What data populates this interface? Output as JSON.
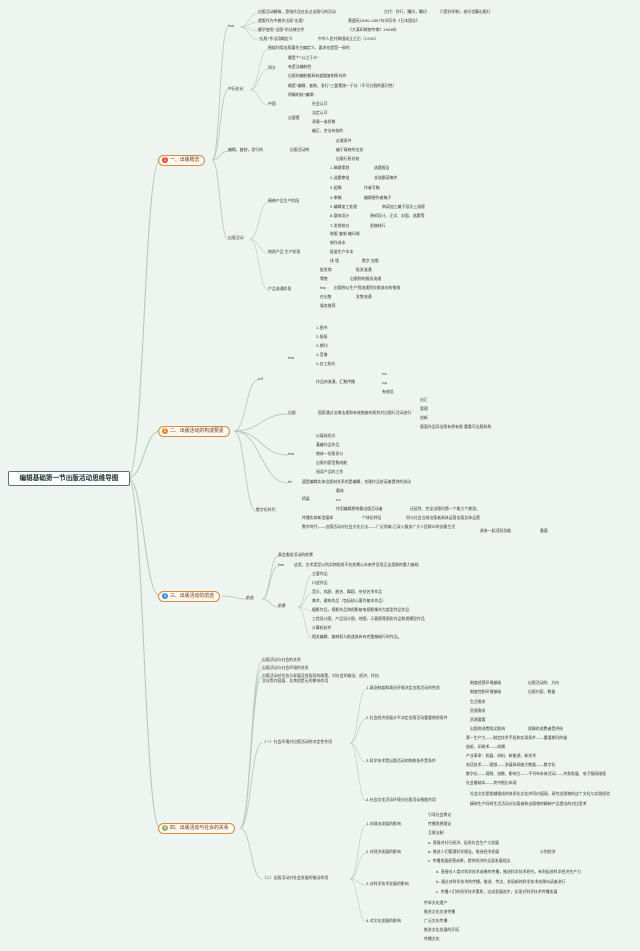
{
  "title": "编辑基础第一节出版活动思维导图",
  "colors": {
    "line": "#b7cbb8",
    "badge1": "#e04a3a",
    "badge2": "#e8882c",
    "badge3": "#3f8fd8",
    "badge4": "#8fb05a"
  },
  "branches": [
    {
      "badge": "1",
      "label": "一、出版概念"
    },
    {
      "badge": "2",
      "label": "二、出版活动的构成要素"
    },
    {
      "badge": "3",
      "label": "三、出版活动的前途"
    },
    {
      "badge": "4",
      "label": "四、出版活动与社会的关系"
    }
  ],
  "nodes": {
    "n1": "fan",
    "n2": "出版活动概略，是指作品在出过出版行的活动",
    "n3": "古代：抄行，雕印，雕印",
    "n4": "只是抄印制，老印也算出版行",
    "n5": "就版作为中着作出现\"出版\"",
    "n6": "黄遵宪1890-1897年间写作《日本国志》",
    "n7": "最早使用\"出版\"的法律文件",
    "n8": "《大清印刷物专律》1906年",
    "n9": "\"出版\"作法用概定义",
    "n10": "中华人民共和国成立之后（1950）",
    "n11": "中历史论",
    "n12": "围绕利用出版著作主编定义、要求也提是一致的",
    "n13": "四方",
    "n14": "最是个\"公之于众\"",
    "n15": "有是法编制性",
    "n16": "出版的编制都具有道路复制所存的",
    "n17": "中国",
    "n18": "概是\"编辑、复制、发行\"三要素统一于社（不可分割的意识性）",
    "n19": "明确的核\"编辑\"",
    "n20": "过要素",
    "n21": "社会认可",
    "n22": "法定认可",
    "n23": "承载一或多数",
    "n24": "编正、合法有效的",
    "n25": "编辑，复制，发行的",
    "n26": "出版活动的",
    "n27": "必要条件",
    "n28": "编于政府的业务",
    "n29": "出版行所总结",
    "n30": "出版活动",
    "n31": "精神产品生产阶段",
    "n32": "1.稿意策划",
    "n33": "选题报告",
    "n34": "2.选题审批",
    "n35": "非选题读稿件",
    "n36": "3.组稿",
    "n37": "作者写稿",
    "n38": "4.审稿",
    "n39": "编辑便作者稿子",
    "n40": "5.编辑加工处理",
    "n41": "审读加工编子层次上流理",
    "n42": "6.整体设计",
    "n43": "装帧设计、正文、封面、选题等",
    "n44": "7.发排校对",
    "n45": "发稿排行",
    "n46": "物质产品 生产阶段",
    "n47": "制版 复制 编印装",
    "n48": "制作母本",
    "n49": "批量生产本本",
    "n50": "排 版",
    "n51": "数字 加版",
    "n52": "产品流通阶段",
    "n53": "批发商",
    "n54": "批发流通",
    "n55": "零售",
    "n56": "出版物的服务流通",
    "n57": "fax",
    "n58": "出版物从生产到流通到交换流向的推销",
    "n59": "在出售",
    "n60": "发售流通",
    "n61": "服务推荐",
    "n62": "nif",
    "n63": "fan",
    "n64": "1.图书",
    "n65": "2.报纸",
    "n66": "3.期刊",
    "n67": "4.音像",
    "n68": "5.应工制式",
    "n69": "作品的流通、汇聚传播",
    "n70": "ns",
    "n71": "np",
    "n72": "有效信",
    "n73": "出版",
    "n74": "国家通过法律法规和有效措施的权利对出版行活动进行",
    "n75": "出汇",
    "n76": "管理",
    "n77": "创新",
    "n78": "版面作品同出版有原有限 重要可出版机构",
    "n79": "以媒体形式",
    "n80": "著编作品作品",
    "n81": "物体一份版多分",
    "n82": "出版内容型数成能",
    "n83": "阅读产品的工作",
    "n84": "fan",
    "n85": "fa",
    "n86": "遵是编辑实体出版材关系的是编辑，合理作品给读者提供的流动",
    "n87": "数字化时代",
    "n88": "桥梁",
    "n89": "载体",
    "n90": "ns",
    "n91": "作用编辑原物载出版活动者",
    "n92": "还延性、完全出版时第一个能力个能思。",
    "n93": "传播实体新型媒体",
    "n94": "个体化特征",
    "n95": "同与社会当前出版者具体运营出版总体运营",
    "n96": "数字时代——出版活动对社会文化方法——广泛领域-已深入服务广大人民群众的创意生活",
    "n97": "具有一起活跃功能",
    "n98": "重要",
    "n99": "前途",
    "n100": "真会服务活动的前景",
    "n101": "fan",
    "n102": "这里，艺术类型以所实物指尚不应前景以未来传宣现正这类制的重力基础",
    "n103": "前景",
    "n104": "主要作品",
    "n105": "口述作品",
    "n106": "音乐、戏剧、曲艺、舞蹈、杂技艺术作品",
    "n107": "美术、建筑作品（包括核心著作基本作品）",
    "n108": "摄影作品，视影作品和视影被电视影像作为类型作品作品",
    "n109": "工程设计图、产品设计图、地图、示意图等图形作品和视模型作品",
    "n110": "计算机软件",
    "n111": "相关编辑、复制权与前途具有有完整基础行的作品。",
    "n112": "出版活动与社会的关系",
    "n113": "出版活动与社会环境的关系",
    "n114": "出版活动对任务与发展及其指导的政策，对社会的政治、经济、科技、文化等内容面、及其他是无的影响作用",
    "n115": "（一）社会环境对出版活动的决定性作用",
    "n116": "1.政治制度和政治环境决定出版活动的性质",
    "n117": "制度经营环境基础",
    "n118": "出版活动的、方向",
    "n119": "制度控制环境基础",
    "n120": "出版内容、数量",
    "n121": "2.社会经济发展水平决定出版活动重要物质条件",
    "n122": "生活需求",
    "n123": "资源需求",
    "n124": "资源要要",
    "n125": "出版物消费购买影响",
    "n126": "保障的消费者受供给",
    "n127": "3.科学技术是出版活动的物质条件是条件",
    "n128": "第一生产力——制定技术手段和实现条件——重要期刊的量",
    "n129": "造纸、印刷术——刻辑",
    "n130": "产业革命：机器、材料、新能源、新技术",
    "n131": "电话技术——视频——多媒体网络大数据——数字化",
    "n132": "数字化——视频、流数、影响力——不刊布本体活动——共和发展、电子版网络版",
    "n133": "社会基础本——其中根出本观",
    "n134": "4.社会文化活动环境对出版活动根据作用",
    "n135": "社会文化是相辅相成的体系化文化并同价值观，研究出版物的这个文化与实践经验",
    "n136": "精神生产同样生活活动对出版者和出版物的精神产品提出的对比思考",
    "n137": "（二）出版活动对社会发展的推动作用",
    "n138": "1.对政治发展的影响",
    "n139": "引导社会舆论",
    "n140": "传播思想理论",
    "n141": "互联法制",
    "n142": "2.对经济发展的影响",
    "n143": "a. 直接对社行经济、促进社会生产力发展",
    "n144": "b. 推进人们管理科学理念，推进经济发展",
    "n145": "计划经济",
    "n146": "c. 传播发展经营成果，提供经济的全面发展观念",
    "n147": "3.对科学技术发展的影响",
    "n148": "a. 直接对人类对科学技术成果的传播，推进科学技术研究，有利促进科学经济生产力",
    "n149": "b. 通过对科学技术的传播，推进、传达、发现新的科学技术成果向读者进行",
    "n150": "c. 传播人们的科学技术素质，达成发展进步，实现对科学技术传播发展",
    "n151": "4.对文化发展的影响",
    "n152": "传承文化遗产",
    "n153": "推进文化交流传播",
    "n154": "广泛文化传播",
    "n155": "推进文化发展的开拓",
    "n156": "传播文化"
  }
}
